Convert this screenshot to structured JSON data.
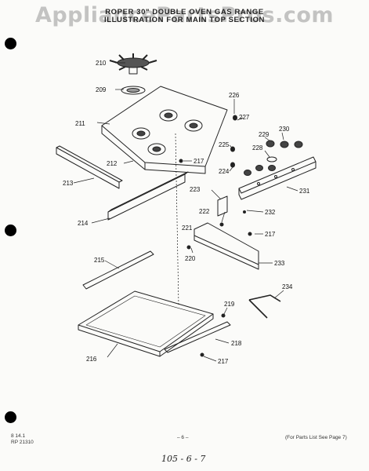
{
  "watermark": "AppliancePartsPros.com",
  "title": {
    "line1": "ROPER 30\" DOUBLE OVEN GAS RANGE",
    "line2": "ILLUSTRATION FOR MAIN TOP SECTION"
  },
  "callouts": {
    "c210": "210",
    "c209": "209",
    "c211": "211",
    "c212": "212",
    "c213": "213",
    "c214": "214",
    "c215": "215",
    "c216": "216",
    "c217a": "217",
    "c217b": "217",
    "c217c": "217",
    "c218": "218",
    "c219": "219",
    "c220": "220",
    "c221": "221",
    "c222": "222",
    "c223": "223",
    "c224": "224",
    "c225": "225",
    "c226": "226",
    "c227": "227",
    "c228": "228",
    "c229": "229",
    "c230": "230",
    "c231": "231",
    "c232": "232",
    "c233": "233",
    "c234": "234"
  },
  "footer": {
    "code1": "8 14.1",
    "code2": "RP 21310",
    "page": "– 6 –",
    "note": "(For Parts List See Page 7)",
    "handwritten": "105 - 6 - 7"
  }
}
